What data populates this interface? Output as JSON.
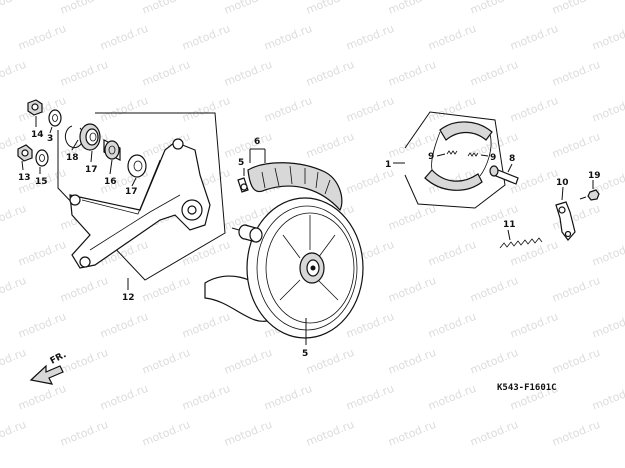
{
  "watermark": "motod.ru",
  "diagram_code": "K543-F1601C",
  "front_marker": "FR.",
  "callouts": {
    "p1": "1",
    "p3": "3",
    "p5a": "5",
    "p5b": "5",
    "p6": "6",
    "p8": "8",
    "p9a": "9",
    "p9b": "9",
    "p10": "10",
    "p11": "11",
    "p12": "12",
    "p13": "13",
    "p14": "14",
    "p15": "15",
    "p16": "16",
    "p17a": "17",
    "p17b": "17",
    "p18": "18",
    "p19": "19"
  }
}
